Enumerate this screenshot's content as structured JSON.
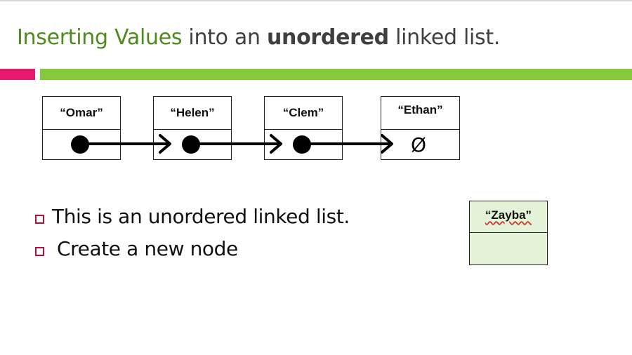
{
  "slide": {
    "title_part1": "Inserting Values",
    "title_part2": " into an ",
    "title_part3": "unordered",
    "title_part4": " linked list."
  },
  "nodes": [
    {
      "label": "“Omar”"
    },
    {
      "label": "“Helen”"
    },
    {
      "label": "“Clem”"
    },
    {
      "label": "“Ethan”",
      "null_symbol": "Ø"
    }
  ],
  "bullets": [
    {
      "text": "This is an unordered linked list."
    },
    {
      "text": "Create a new node"
    }
  ],
  "new_node": {
    "label": "“Zayba”"
  },
  "colors": {
    "title_green": "#4f8a1c",
    "accent_pink": "#e8186e",
    "accent_green": "#86c93c",
    "bullet_mark": "#b0123b",
    "new_node_fill": "#e4f3d8"
  }
}
